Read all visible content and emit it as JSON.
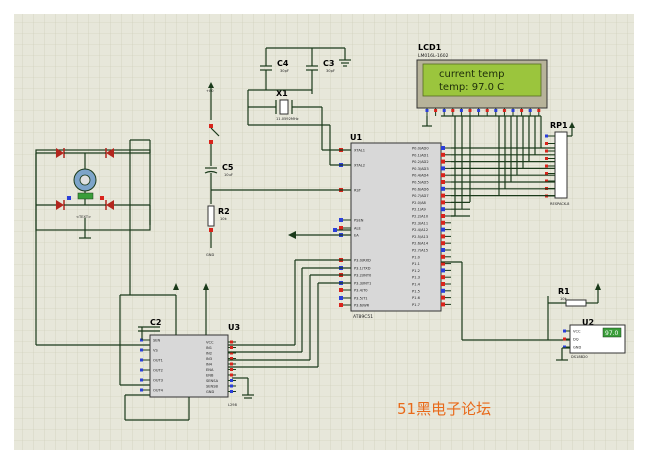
{
  "lcd": {
    "ref": "LCD1",
    "part": "LM016L-1602",
    "line1": "current temp",
    "line2": "temp:  97.0 C"
  },
  "components": {
    "u1": "U1",
    "u1_part": "AT89C51",
    "u2": "U2",
    "u2_part": "DS18B20",
    "u2_display": "97.0",
    "u3": "U3",
    "u3_part": "L298",
    "c2": "C2",
    "c3": "C3",
    "c4": "C4",
    "c5": "C5",
    "c_val": "30pF",
    "c5_val": "10uF",
    "r1": "R1",
    "r2": "R2",
    "r_val": "10k",
    "x1": "X1",
    "x1_val": "11.0592MHz",
    "rp1": "RP1",
    "rp1_part": "RESPACK-8",
    "text_label": "<TEXT>",
    "gnd": "GND",
    "motor_label": "+80"
  },
  "u1_pins_left": [
    "XTAL1",
    "XTAL2",
    "RST",
    "PSEN",
    "ALE",
    "EA",
    "P3.0/RXD",
    "P3.1/TXD",
    "P3.2/INT0",
    "P3.3/INT1",
    "P3.4/T0",
    "P3.5/T1",
    "P3.6/WR",
    "P3.7/RD"
  ],
  "u1_pins_right": [
    "P0.0/AD0",
    "P0.1/AD1",
    "P0.2/AD2",
    "P0.3/AD3",
    "P0.4/AD4",
    "P0.5/AD5",
    "P0.6/AD6",
    "P0.7/AD7",
    "P2.0/A8",
    "P2.1/A9",
    "P2.2/A10",
    "P2.3/A11",
    "P2.4/A12",
    "P2.5/A13",
    "P2.6/A14",
    "P2.7/A15",
    "P1.0",
    "P1.1",
    "P1.2",
    "P1.3",
    "P1.4",
    "P1.5",
    "P1.6",
    "P1.7"
  ],
  "u3_pins_left": [
    "SEN",
    "VS",
    "OUT1",
    "OUT2",
    "OUT3",
    "OUT4"
  ],
  "u3_pins_right": [
    "VCC",
    "IN1",
    "IN2",
    "IN3",
    "IN4",
    "ENA",
    "ENB",
    "SENSA",
    "SENSB",
    "GND"
  ],
  "u2_pins": [
    "VCC",
    "DQ",
    "GND"
  ],
  "watermark": "51黑电子论坛",
  "colors": {
    "grid": "#c9c9b4",
    "wire": "#1a3a1a",
    "lcd_screen": "#9bc53d",
    "lcd_text": "#1d2d0a",
    "chip_fill": "#d8d8d8",
    "pin_red": "#d9241c",
    "pin_blue": "#2b3fd9",
    "diode_red": "#b3261e",
    "watermark": "#e86a1a",
    "green_box": "#3a9e3a"
  }
}
